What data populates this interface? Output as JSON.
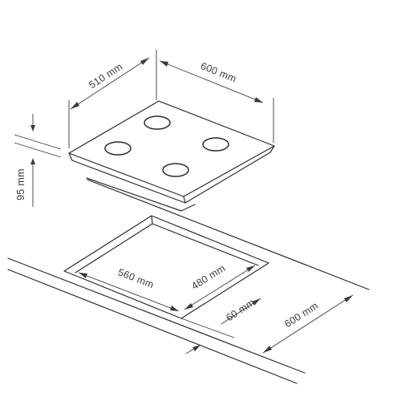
{
  "labels": {
    "hob_depth": "510 mm",
    "hob_width": "600 mm",
    "hob_height": "95 mm",
    "cutout_width": "560 mm",
    "cutout_depth": "480 mm",
    "front_clearance": "60 mm",
    "countertop_depth": "600 mm"
  }
}
